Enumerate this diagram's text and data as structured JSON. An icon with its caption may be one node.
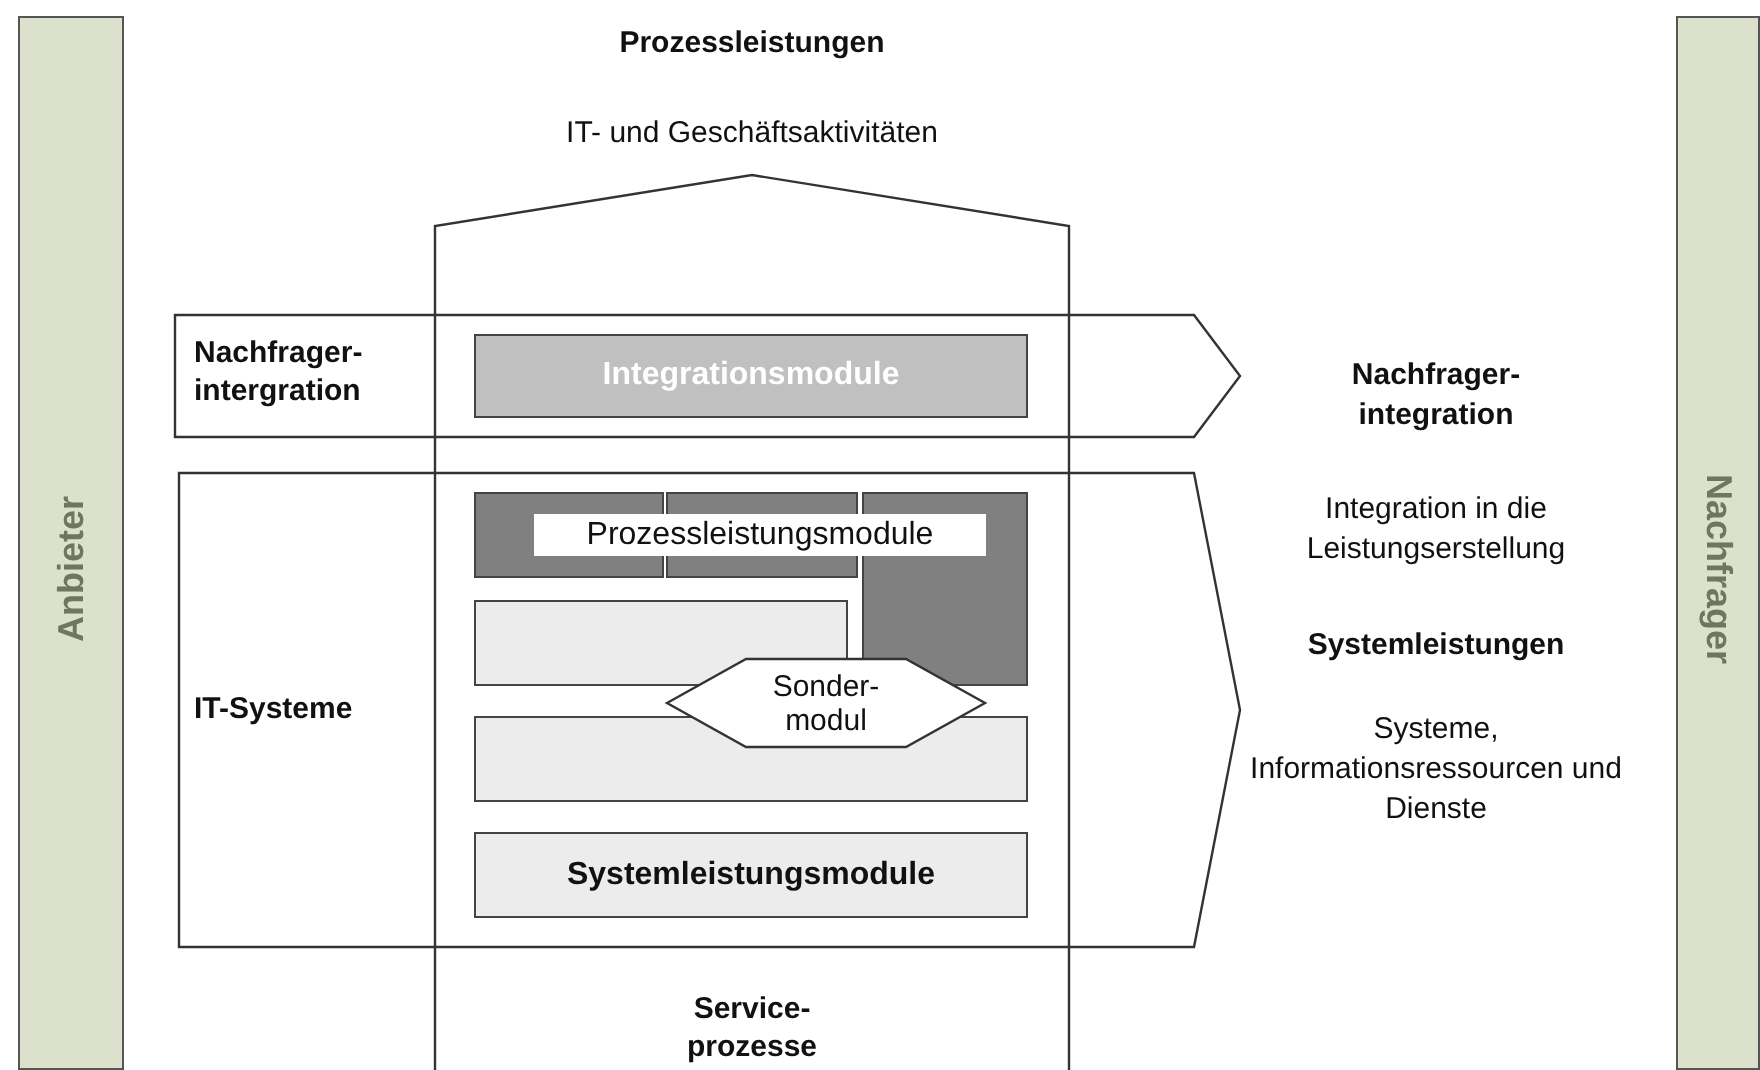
{
  "diagram": {
    "nodes": [
      {
        "text": [
          "Anbieter"
        ]
      },
      {
        "text": [
          "Nachfrager"
        ]
      },
      {
        "text": [
          "Service- prozesse"
        ]
      },
      {
        "text": [
          "Nachfrager- intergration"
        ]
      },
      {
        "text": [
          "Integrationsmodule"
        ]
      },
      {
        "text": [
          "IT-Systeme"
        ]
      },
      {
        "text": [],
        "shape": "box"
      },
      {
        "text": [
          "Prozessleistungsmodule"
        ],
        "in": 6
      },
      {
        "text": [
          "Sonder- modul"
        ],
        "in": 6
      },
      {
        "text": [
          "Systemleistungsmodule"
        ]
      }
    ],
    "labels": [
      "Prozessleistungen",
      "IT- und Geschäftsaktivitäten",
      "Nachfrager- integration",
      "Integration in die Leistungserstellung",
      "Systemleistungen",
      "Systeme, Informationsressourcen und Dienste"
    ]
  }
}
